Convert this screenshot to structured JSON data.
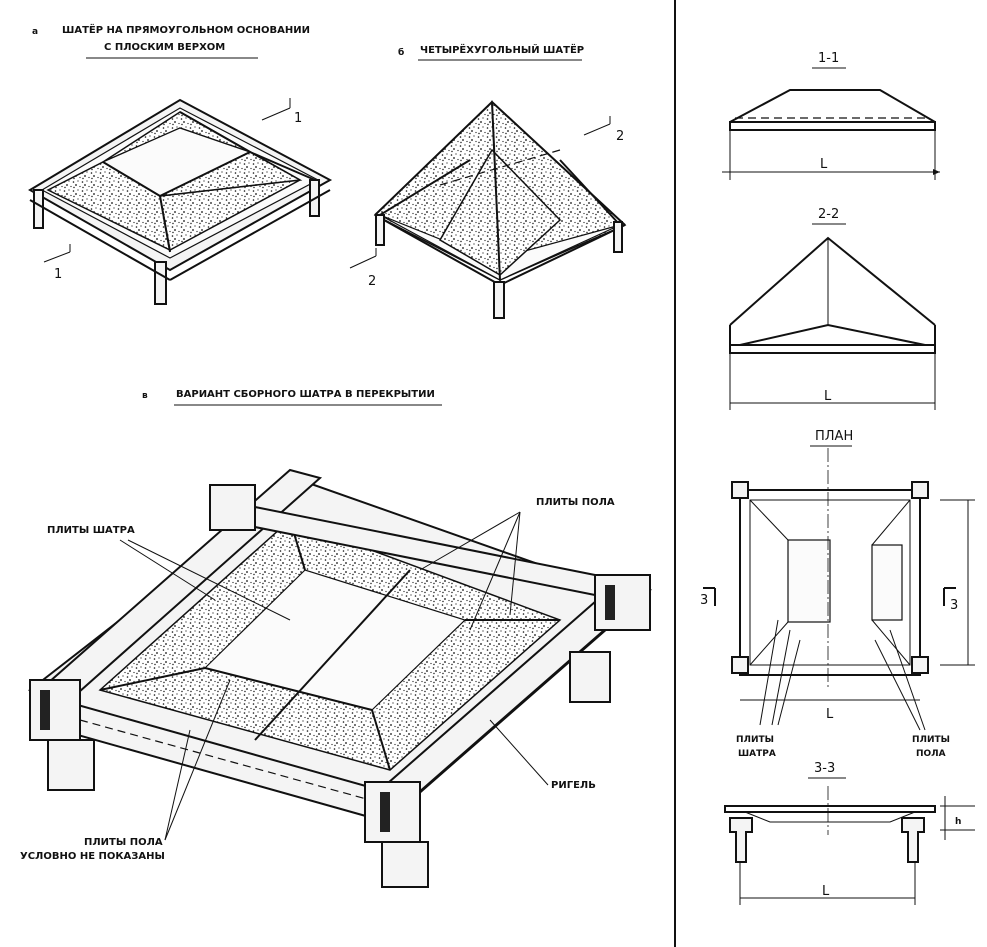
{
  "captions": {
    "a": {
      "marker": "а",
      "line1": "ШАТЁР НА ПРЯМОУГОЛЬНОМ ОСНОВАНИИ",
      "line2": "С ПЛОСКИМ ВЕРХОМ"
    },
    "b": {
      "marker": "б",
      "text": "ЧЕТЫРЁХУГОЛЬНЫЙ ШАТЁР"
    },
    "v": {
      "marker": "в",
      "text": "ВАРИАНТ СБОРНОГО ШАТРА В ПЕРЕКРЫТИИ"
    }
  },
  "section_marks": {
    "s1": "1",
    "s1b": "1",
    "s2": "2",
    "s2b": "2",
    "s3": "3",
    "s3b": "3"
  },
  "side_views": {
    "section_1_1": "1-1",
    "section_2_2": "2-2",
    "plan": "ПЛАН",
    "section_3_3": "3-3",
    "span_label": "L",
    "height_label": "h"
  },
  "callouts": {
    "tent_plates": "ПЛИТЫ ШАТРА",
    "floor_plates": "ПЛИТЫ ПОЛА",
    "crossbar": "РИГЕЛЬ",
    "floor_plates_note_1": "ПЛИТЫ ПОЛА",
    "floor_plates_note_2": "УСЛОВНО НЕ ПОКАЗАНЫ",
    "plan_tent_plates_1": "ПЛИТЫ",
    "plan_tent_plates_2": "ШАТРА",
    "plan_floor_plates_1": "ПЛИТЫ",
    "plan_floor_plates_2": "ПОЛА"
  }
}
